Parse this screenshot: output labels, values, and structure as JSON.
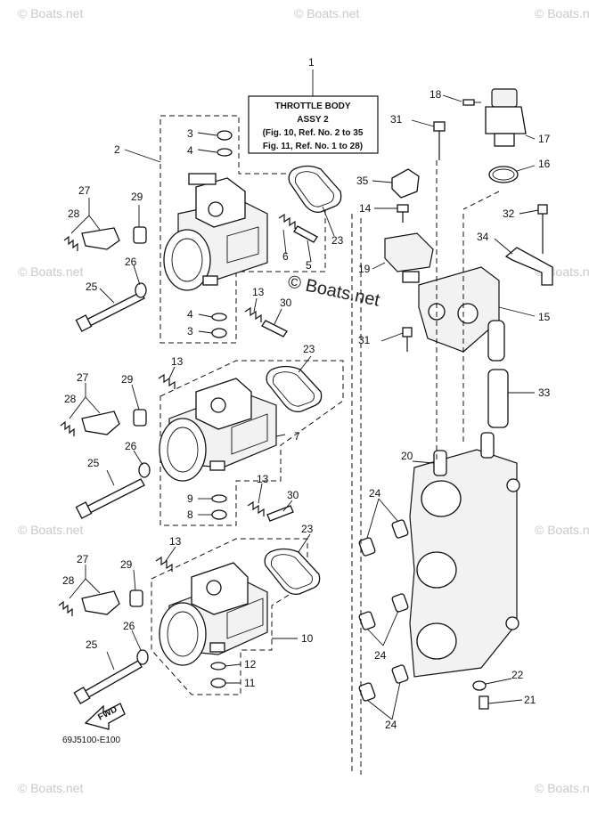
{
  "title_box": {
    "line1": "THROTTLE BODY",
    "line2": "ASSY 2",
    "line3": "(Fig. 10, Ref. No. 2 to 35",
    "line4": "Fig. 11, Ref. No. 1 to 28)"
  },
  "watermark": {
    "small": "© Boats.net",
    "center": "© Boats.net"
  },
  "diagram_code": "69J5100-E100",
  "fwd_label": "FWD",
  "callouts": [
    "1",
    "2",
    "3",
    "4",
    "5",
    "6",
    "23",
    "27",
    "28",
    "29",
    "26",
    "25",
    "13",
    "30",
    "4",
    "3",
    "18",
    "17",
    "16",
    "31",
    "35",
    "14",
    "32",
    "34",
    "19",
    "15",
    "31",
    "33",
    "23",
    "13",
    "27",
    "28",
    "29",
    "26",
    "7",
    "25",
    "9",
    "8",
    "13",
    "30",
    "20",
    "24",
    "24",
    "13",
    "23",
    "27",
    "28",
    "29",
    "26",
    "10",
    "25",
    "12",
    "11",
    "22",
    "21",
    "24"
  ]
}
